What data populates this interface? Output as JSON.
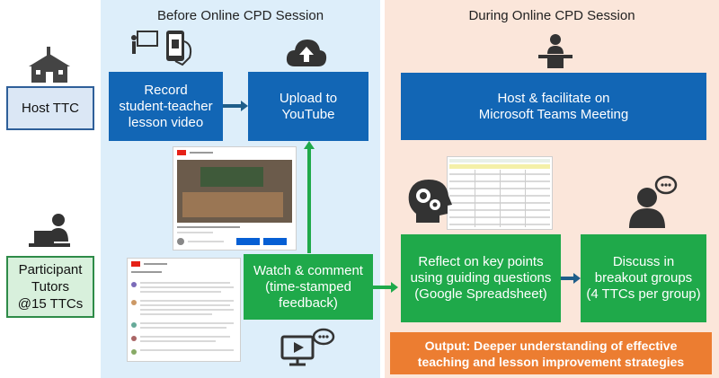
{
  "panels": {
    "before_title": "Before Online CPD Session",
    "during_title": "During Online CPD Session"
  },
  "left": {
    "host": "Host TTC",
    "participants": "Participant\nTutors\n@15 TTCs"
  },
  "boxes": {
    "record": "Record\nstudent-teacher\nlesson video",
    "upload": "Upload to\nYouTube",
    "watch": "Watch & comment\n(time-stamped\nfeedback)",
    "host_facilitate": "Host & facilitate on\nMicrosoft Teams Meeting",
    "reflect": "Reflect on key points\nusing guiding questions\n(Google Spreadsheet)",
    "discuss": "Discuss in\nbreakout groups\n(4 TTCs per group)"
  },
  "output": "Output: Deeper understanding of effective\nteaching and lesson improvement strategies",
  "colors": {
    "blue": "#1266b5",
    "green": "#1fa94a",
    "orange": "#ec7d31",
    "panel_before": "#ddeefa",
    "panel_during": "#fbe6da",
    "host_border": "#2e5f99",
    "participant_border": "#2e8b48"
  },
  "icons": [
    "school-building-icon",
    "laptop-person-icon",
    "teacher-phone-icon",
    "cloud-upload-icon",
    "podium-speaker-icon",
    "head-gears-icon",
    "person-speech-icon",
    "video-comment-icon",
    "youtube-video-screenshot",
    "youtube-comments-screenshot",
    "spreadsheet-screenshot"
  ]
}
